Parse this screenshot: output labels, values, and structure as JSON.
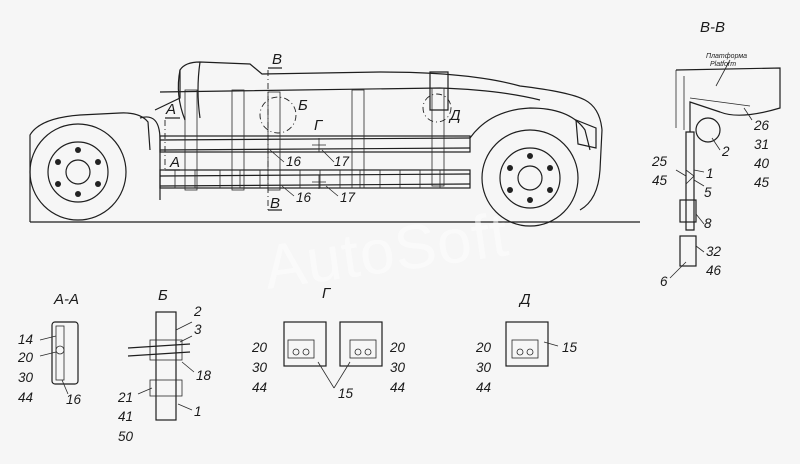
{
  "watermark": "AutoSoft",
  "main_view": {
    "section_marks": {
      "a_upper": "А",
      "a_lower": "А",
      "b_upper": "В",
      "b_lower": "В",
      "be": "Б",
      "ge": "Г",
      "de": "Д"
    },
    "callouts": {
      "c16a": "16",
      "c17a": "17",
      "c16b": "16",
      "c17b": "17"
    }
  },
  "section_vv": {
    "title": "В-В",
    "platform_ru": "Платформа",
    "platform_en": "Platform",
    "callouts": {
      "c26": "26",
      "c31": "31",
      "c40": "40",
      "c45r": "45",
      "c2": "2",
      "c1": "1",
      "c5": "5",
      "c25": "25",
      "c45l": "45",
      "c8": "8",
      "c32": "32",
      "c46": "46",
      "c6": "6"
    }
  },
  "detail_aa": {
    "title": "А-А",
    "callouts": {
      "c14": "14",
      "c20": "20",
      "c30": "30",
      "c44": "44",
      "c16": "16"
    }
  },
  "detail_b": {
    "title": "Б",
    "callouts": {
      "c2": "2",
      "c3": "3",
      "c18": "18",
      "c21": "21",
      "c41": "41",
      "c50": "50",
      "c1": "1"
    }
  },
  "detail_g": {
    "title": "Г",
    "callouts": {
      "l20": "20",
      "l30": "30",
      "l44": "44",
      "r20": "20",
      "r30": "30",
      "r44": "44",
      "c15": "15"
    }
  },
  "detail_d": {
    "title": "Д",
    "callouts": {
      "c20": "20",
      "c30": "30",
      "c44": "44",
      "c15": "15"
    }
  }
}
